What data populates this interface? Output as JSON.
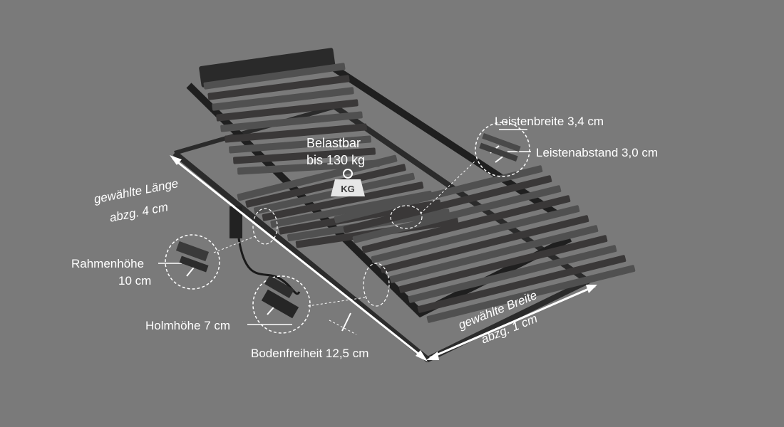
{
  "colors": {
    "background": "#7a7a7a",
    "frame": "#2b2b2b",
    "slat_dark": "#3a3838",
    "slat_light": "#505050",
    "annotation": "#ffffff"
  },
  "icons": {
    "weight": "kg-weight-icon"
  },
  "labels": {
    "load_line1": "Belastbar",
    "load_line2": "bis 130 kg",
    "weight_badge": "KG",
    "slat_width": "Leistenbreite 3,4 cm",
    "slat_gap": "Leistenabstand 3,0 cm",
    "length_line1": "gewählte Länge",
    "length_line2": "abzg. 4 cm",
    "frame_height_line1": "Rahmenhöhe",
    "frame_height_line2": "10 cm",
    "rail_height": "Holmhöhe 7 cm",
    "ground_clearance": "Bodenfreiheit 12,5 cm",
    "width_line1": "gewählte Breite",
    "width_line2": "abzg. 1 cm"
  }
}
